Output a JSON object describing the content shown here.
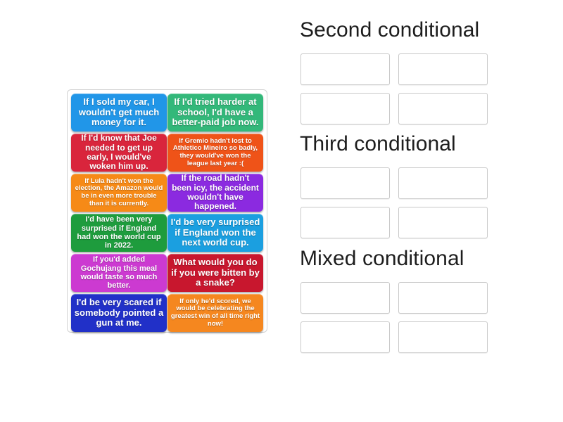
{
  "page": {
    "kind": "drag-and-drop-group-sort-activity",
    "background_color": "#ffffff"
  },
  "tiles_panel": {
    "name": "word-tiles-container",
    "border_color": "#d2d2d2",
    "tiles": [
      {
        "id": "tile-1",
        "text": "If I sold my car, I wouldn't get much money for it.",
        "color": "#2196e8",
        "size_class": "fs-13"
      },
      {
        "id": "tile-2",
        "text": "If I'd tried harder at school, I'd have a better-paid job now.",
        "color": "#33b87a",
        "size_class": "fs-13"
      },
      {
        "id": "tile-3",
        "text": "If I'd know that Joe needed to get up early, I would've woken him up.",
        "color": "#d9253c",
        "size_class": "fs-12"
      },
      {
        "id": "tile-4",
        "text": "If Gremio hadn't lost to Athletico Mineiro so badly, they would've won the league last year :(",
        "color": "#ef5318",
        "size_class": "fs-10"
      },
      {
        "id": "tile-5",
        "text": "If Lula hadn't won the election, the Amazon would be in even more trouble than it is currently.",
        "color": "#f68a17",
        "size_class": "fs-10"
      },
      {
        "id": "tile-6",
        "text": "If the road hadn't been icy, the accident wouldn't have happened.",
        "color": "#8b2ae0",
        "size_class": "fs-12"
      },
      {
        "id": "tile-7",
        "text": "I'd have been very surprised if England had won the world cup in 2022.",
        "color": "#1e9c3d",
        "size_class": "fs-11"
      },
      {
        "id": "tile-8",
        "text": "I'd be very surprised if England won the next world cup.",
        "color": "#1b9fe0",
        "size_class": "fs-13"
      },
      {
        "id": "tile-9",
        "text": "If you'd added Gochujang this meal would taste so much better.",
        "color": "#cc3ad1",
        "size_class": "fs-11"
      },
      {
        "id": "tile-10",
        "text": "What would you do if you were bitten by a snake?",
        "color": "#c8172e",
        "size_class": "fs-13"
      },
      {
        "id": "tile-11",
        "text": "I'd be very scared if somebody pointed a gun at me.",
        "color": "#2130c8",
        "size_class": "fs-13"
      },
      {
        "id": "tile-12",
        "text": "If only he'd scored, we would be celebrating the greatest win of all time right now!",
        "color": "#f5871f",
        "size_class": "fs-10"
      }
    ]
  },
  "categories": [
    {
      "id": "category-second-conditional",
      "title": "Second conditional",
      "dropzone_count": 4,
      "dropzones": [
        "",
        "",
        "",
        ""
      ]
    },
    {
      "id": "category-third-conditional",
      "title": "Third conditional",
      "dropzone_count": 4,
      "dropzones": [
        "",
        "",
        "",
        ""
      ]
    },
    {
      "id": "category-mixed-conditional",
      "title": "Mixed conditional",
      "dropzone_count": 4,
      "dropzones": [
        "",
        "",
        "",
        ""
      ]
    }
  ]
}
